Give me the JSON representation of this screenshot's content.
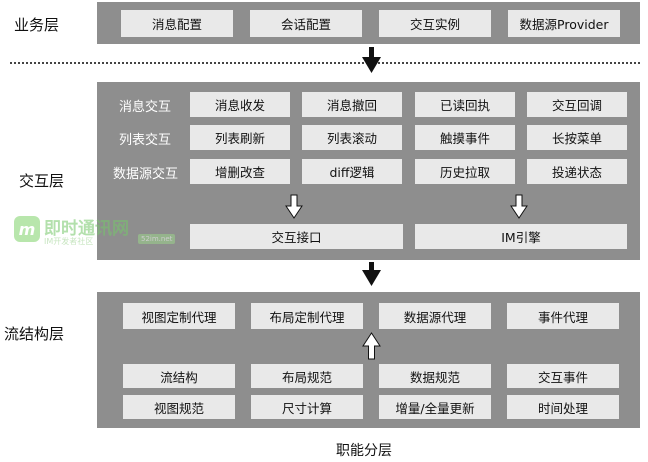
{
  "layers": {
    "business": {
      "label": "业务层",
      "items": [
        "消息配置",
        "会话配置",
        "交互实例",
        "数据源Provider"
      ]
    },
    "interaction": {
      "label": "交互层",
      "rows": [
        {
          "label": "消息交互",
          "items": [
            "消息收发",
            "消息撤回",
            "已读回执",
            "交互回调"
          ]
        },
        {
          "label": "列表交互",
          "items": [
            "列表刷新",
            "列表滚动",
            "触摸事件",
            "长按菜单"
          ]
        },
        {
          "label": "数据源交互",
          "items": [
            "增删改查",
            "diff逻辑",
            "历史拉取",
            "投递状态"
          ]
        }
      ],
      "interface": "交互接口",
      "engine": "IM引擎"
    },
    "flow": {
      "label": "流结构层",
      "proxies": [
        "视图定制代理",
        "布局定制代理",
        "数据源代理",
        "事件代理"
      ],
      "base_row1": [
        "流结构",
        "布局规范",
        "数据规范",
        "交互事件"
      ],
      "base_row2": [
        "视图规范",
        "尺寸计算",
        "增量/全量更新",
        "时间处理"
      ]
    }
  },
  "caption": "职能分层",
  "watermark": {
    "logo": "m",
    "title": "即时通讯网",
    "subtitle": "IM开发者社区",
    "site": "52im.net"
  },
  "colors": {
    "panel": "#8e8e8e",
    "box": "#e9e9e9",
    "row_label": "#ffffff"
  }
}
